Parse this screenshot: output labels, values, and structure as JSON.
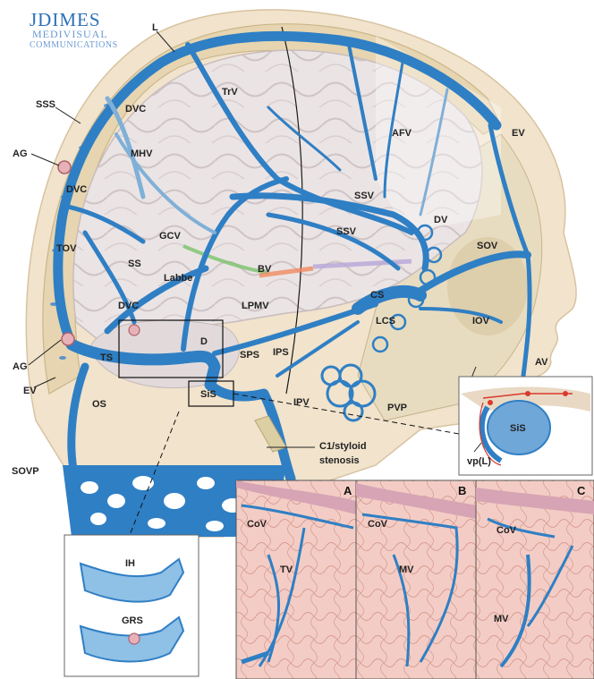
{
  "brand": {
    "line1": "JDIMES",
    "line2": "MEDIVISUAL",
    "line3": "COMMUNICATIONS"
  },
  "labels": {
    "L": "L",
    "SSS": "SSS",
    "AG_top": "AG",
    "AG_bottom": "AG",
    "EV_left": "EV",
    "EV_right": "EV",
    "DVC_top": "DVC",
    "DVC_mid": "DVC",
    "DVC_low": "DVC",
    "TrV": "TrV",
    "MHV": "MHV",
    "TOV": "TOV",
    "GCV": "GCV",
    "SS": "SS",
    "Labbe": "Labbe",
    "BV": "BV",
    "LPMV": "LPMV",
    "TS": "TS",
    "OS": "OS",
    "D": "D",
    "SiS": "SiS",
    "SPS": "SPS",
    "IPS": "IPS",
    "IPV": "IPV",
    "AFV": "AFV",
    "SSV_upper": "SSV",
    "SSV_lower": "SSV",
    "DV": "DV",
    "SOV": "SOV",
    "CS": "CS",
    "LCS": "LCS",
    "IOV": "IOV",
    "AV": "AV",
    "PVP": "PVP",
    "SOVP": "SOVP",
    "C1_line1": "C1/styloid",
    "C1_line2": "stenosis"
  },
  "inset_sis": {
    "sis_label": "SiS",
    "vp_label": "vp(L)"
  },
  "inset_ih": {
    "ih_label": "IH",
    "grs_label": "GRS"
  },
  "panels": [
    {
      "letter": "A",
      "cov": "CoV",
      "vessel": "TV"
    },
    {
      "letter": "B",
      "cov": "CoV",
      "vessel": "MV"
    },
    {
      "letter": "C",
      "cov": "CoV",
      "vessel": "MV"
    }
  ],
  "colors": {
    "vein": "#2f7fc4",
    "vein_dark": "#1d5e9a",
    "vein_light": "#7fb0d8",
    "brain": "#ece6e6",
    "skin": "#efe1c8",
    "bone": "#e4d4b0",
    "cortex": "#f2c9c0",
    "artery": "#d9392b"
  }
}
